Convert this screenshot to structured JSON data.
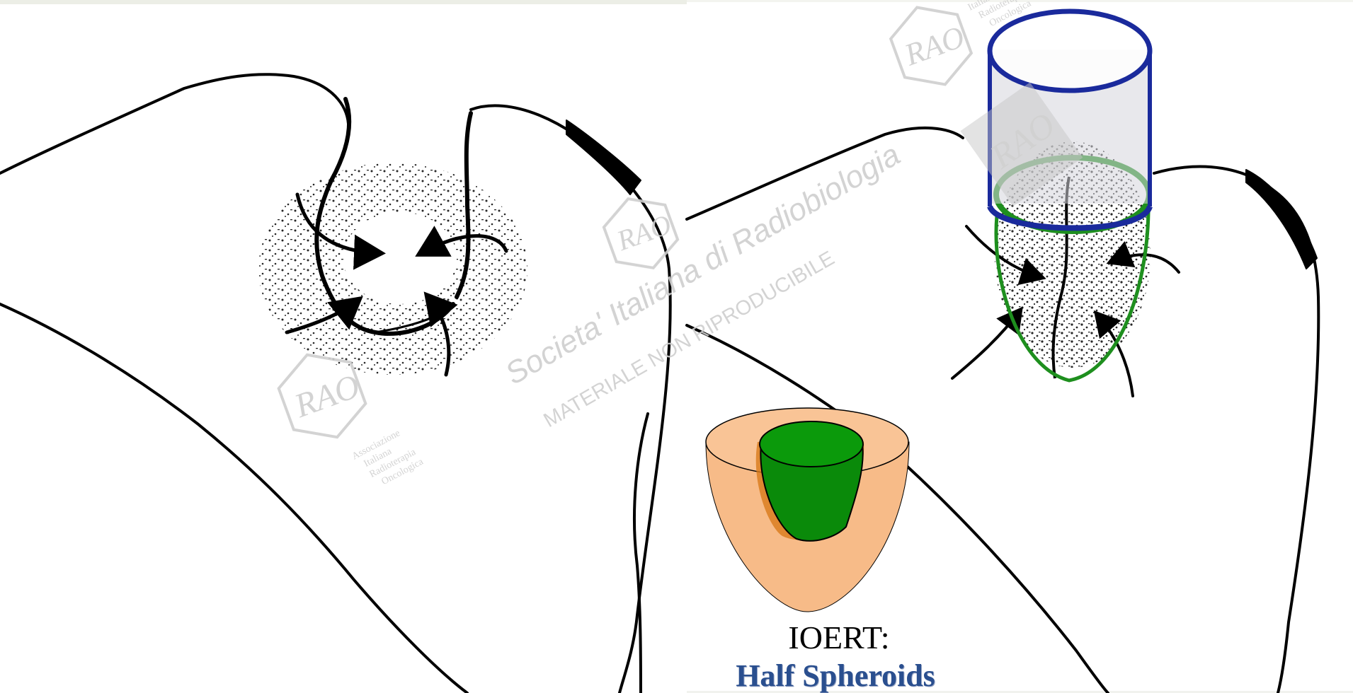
{
  "caption": {
    "label": "IOERT:",
    "title": "Half  Spheroids"
  },
  "watermark": {
    "society": "Societa' Italiana di Radiobiologia",
    "notice": "MATERIALE NON RIPRODUCIBILE",
    "logo_text": "RAO",
    "association_lines": [
      "Associazione",
      "Italiana",
      "Radioterapia",
      "Oncologica"
    ],
    "association_top_lines": [
      "Italiana",
      "Radioterapia",
      "Oncologica"
    ]
  },
  "colors": {
    "applicator": "#1a2a9c",
    "tumor_bed": "#1e8f1e",
    "spheroid_outer": "#f7bb88",
    "spheroid_inner": "#0a8a0a",
    "watermark": "#cfcfcf",
    "title": "#2a4f8f"
  }
}
